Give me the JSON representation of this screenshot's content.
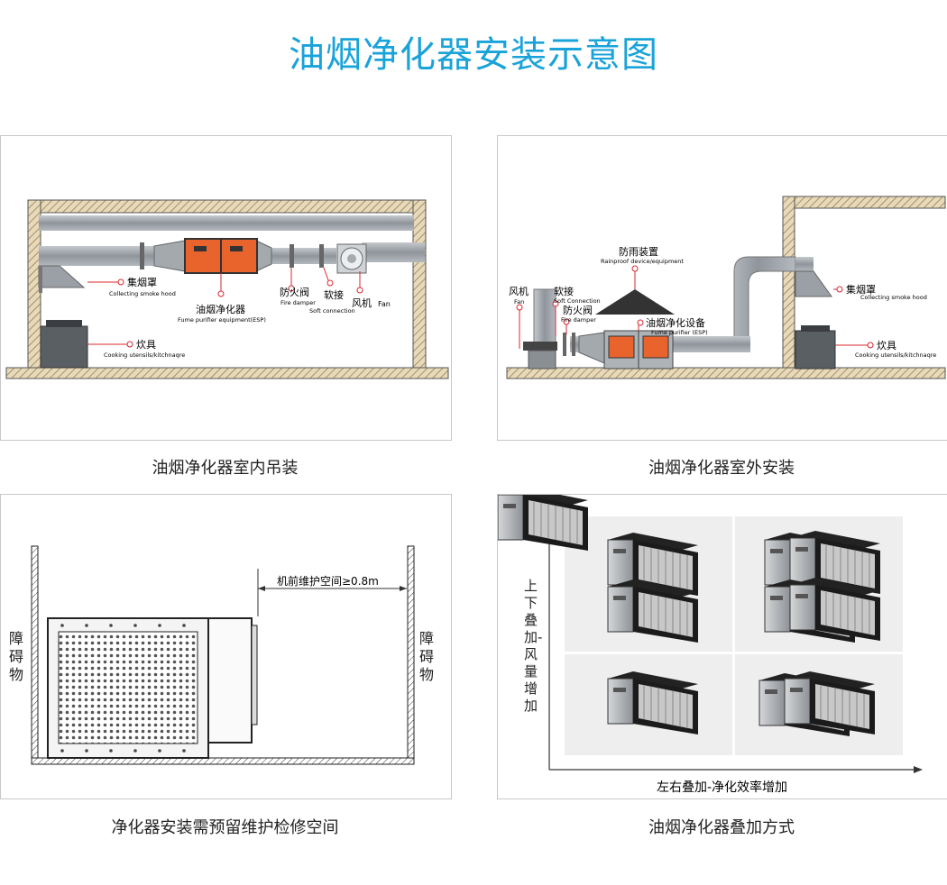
{
  "page": {
    "title": "油烟净化器安装示意图"
  },
  "colors": {
    "title": "#1aa3d9",
    "accent_red": "#d9272e",
    "unit_orange": "#e8642c",
    "duct": "#a9aeb3"
  },
  "panels": {
    "indoor": {
      "caption": "油烟净化器室内吊装",
      "labels": {
        "hood_cn": "集烟罩",
        "hood_en": "Collecting smoke hood",
        "esp_cn": "油烟净化器",
        "esp_en": "Fume purifier equipment(ESP)",
        "damper_cn": "防火阀",
        "damper_en": "Fire damper",
        "soft_cn": "软接",
        "soft_en": "Soft connection",
        "fan_cn": "风机",
        "fan_en": "Fan",
        "stove_cn": "炊具",
        "stove_en": "Cooking utensils/kitchnaqre"
      }
    },
    "outdoor": {
      "caption": "油烟净化器室外安装",
      "labels": {
        "rain_cn": "防雨装置",
        "rain_en": "Rainproof device/equipment",
        "fan_cn": "风机",
        "fan_en": "Fan",
        "soft_cn": "软接",
        "soft_en": "Soft Connection",
        "damper_cn": "防火阀",
        "damper_en": "Fire damper",
        "esp_cn": "油烟净化设备",
        "esp_en": "Fume purifier (ESP)",
        "hood_cn": "集烟罩",
        "hood_en": "Collecting smoke hood",
        "stove_cn": "炊具",
        "stove_en": "Cooking utensils/kitchnaqre"
      }
    },
    "space": {
      "caption": "净化器安装需预留维护检修空间",
      "obstacle_left": "障碍物",
      "obstacle_right": "障碍物",
      "clearance": "机前维护空间≥0.8m"
    },
    "stack": {
      "caption": "油烟净化器叠加方式",
      "y_axis": "上下叠加-风量增加",
      "x_axis": "左右叠加-净化效率增加"
    }
  }
}
